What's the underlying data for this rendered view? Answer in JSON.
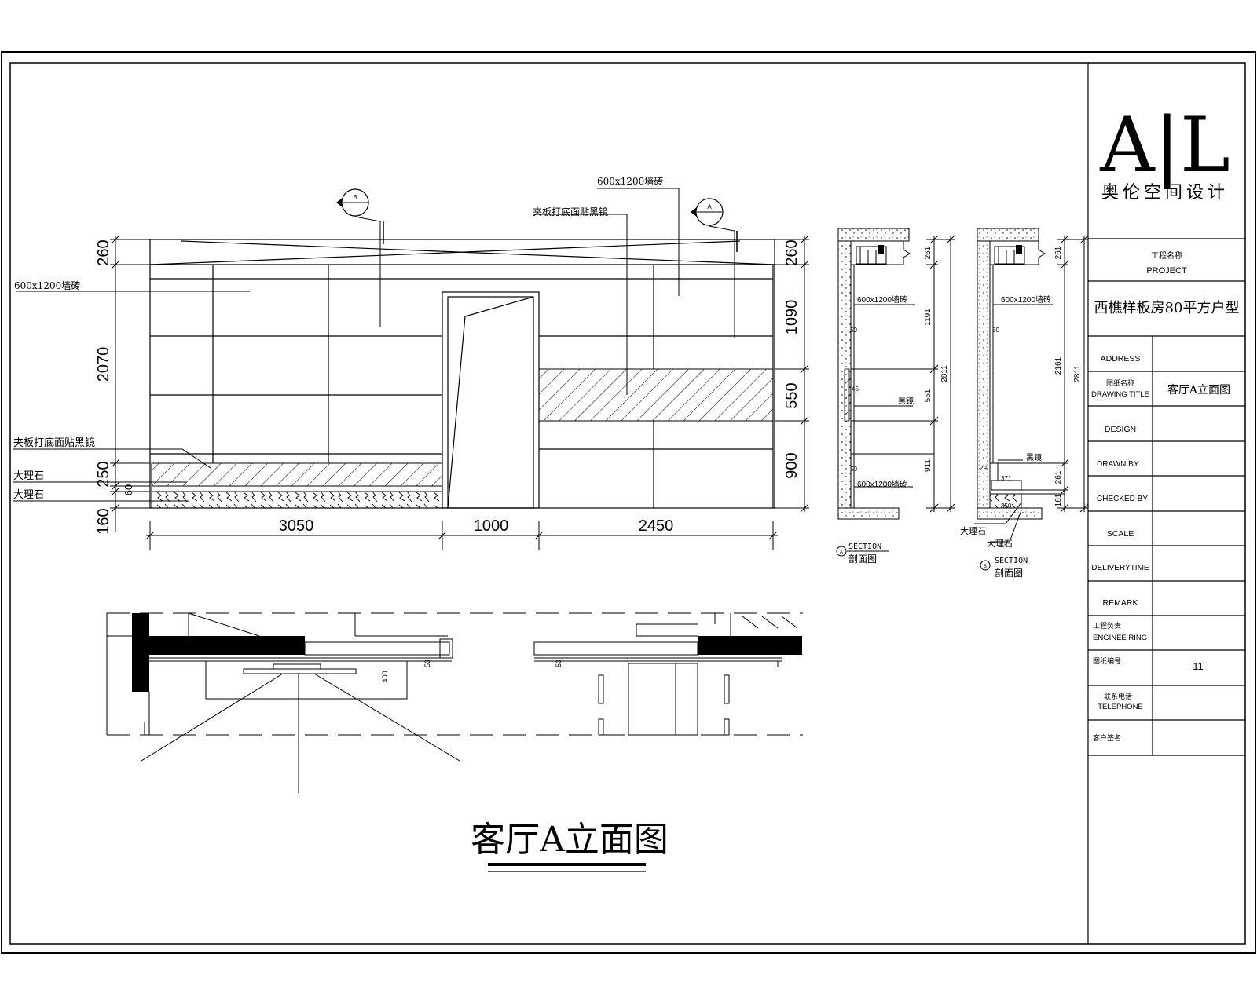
{
  "firm": {
    "logo_text": "A|L",
    "name": "奥伦空间设计"
  },
  "title_block": {
    "project_label_cn": "工程名称",
    "project_label_en": "PROJECT",
    "project_name": "西樵样板房80平方户型",
    "address_label": "ADDRESS",
    "drawing_title_label_cn": "图纸名称",
    "drawing_title_label_en": "DRAWING TITLE",
    "drawing_title": "客厅A立面图",
    "design_label": "DESIGN",
    "drawn_by_label": "DRAWN BY",
    "checked_by_label": "CHECKED BY",
    "scale_label": "SCALE",
    "delivery_time_label": "DELIVERYTIME",
    "remark_label": "REMARK",
    "engineering_label_cn": "工程负责",
    "engineering_label_en": "ENGINEE   RING",
    "sheet_no_label": "图纸编号",
    "sheet_no": "11",
    "telephone_label_cn": "联系电话",
    "telephone_label_en": "TELEPHONE",
    "client_sign_label": "客户签名"
  },
  "elevation": {
    "title": "客厅A立面图",
    "callouts": {
      "tile_left": "600x1200墙砖",
      "tile_top": "600x1200墙砖",
      "mirror_top": "夹板打底面贴黑镜",
      "mirror_left": "夹板打底面贴黑镜",
      "marble_1": "大理石",
      "marble_2": "大理石"
    },
    "section_markers": [
      "B",
      "A"
    ],
    "dims_left": [
      "260",
      "2070",
      "250",
      "60",
      "160"
    ],
    "dims_right": [
      "260",
      "1090",
      "550",
      "900"
    ],
    "dims_bottom": [
      "3050",
      "1000",
      "2450"
    ]
  },
  "section_a": {
    "title_en": "SECTION",
    "title_cn": "剖面图",
    "marker": "A",
    "labels": {
      "tile_1": "600x1200墙砖",
      "mirror": "黑镜",
      "tile_2": "600x1200墙砖"
    },
    "inner_dims": [
      "50",
      "45",
      "50"
    ],
    "dims_right": [
      "261",
      "1191",
      "551",
      "911"
    ],
    "total": "2811"
  },
  "section_b": {
    "title_en": "SECTION",
    "title_cn": "剖面图",
    "marker": "B",
    "labels": {
      "tile": "600x1200墙砖",
      "mirror": "黑镜",
      "marble_1": "大理石",
      "marble_2": "大理石"
    },
    "inner_dims": [
      "50",
      "29",
      "371",
      "350"
    ],
    "dims_right": [
      "261",
      "2161",
      "261",
      "161"
    ],
    "total": "2811"
  },
  "plan": {
    "dims": [
      "50",
      "400",
      "50"
    ]
  }
}
